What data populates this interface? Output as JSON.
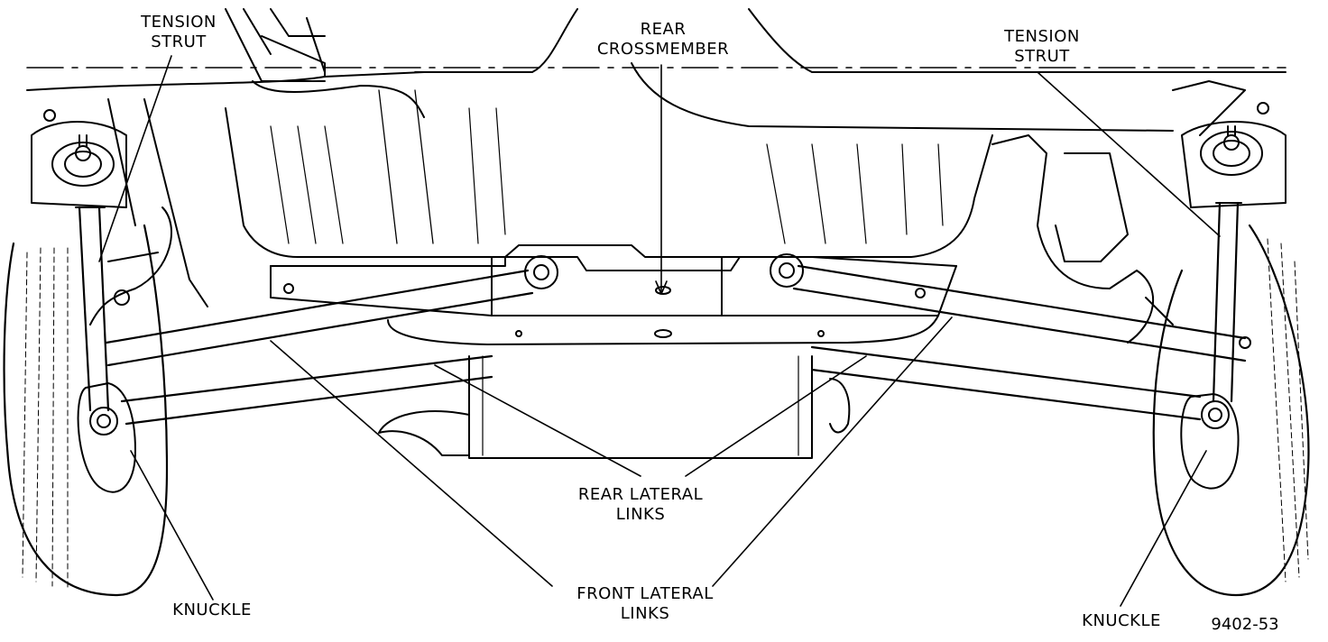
{
  "labels": {
    "tension_strut_left": {
      "line1": "TENSION",
      "line2": "STRUT"
    },
    "rear_crossmember": {
      "line1": "REAR",
      "line2": "CROSSMEMBER"
    },
    "tension_strut_right": {
      "line1": "TENSION",
      "line2": "STRUT"
    },
    "rear_lateral_links": {
      "line1": "REAR LATERAL",
      "line2": "LINKS"
    },
    "front_lateral_links": {
      "line1": "FRONT LATERAL",
      "line2": "LINKS"
    },
    "knuckle_left": "KNUCKLE",
    "knuckle_right": "KNUCKLE"
  },
  "figure_code": "9402-53",
  "colors": {
    "ink": "#000000",
    "paper": "#ffffff"
  }
}
